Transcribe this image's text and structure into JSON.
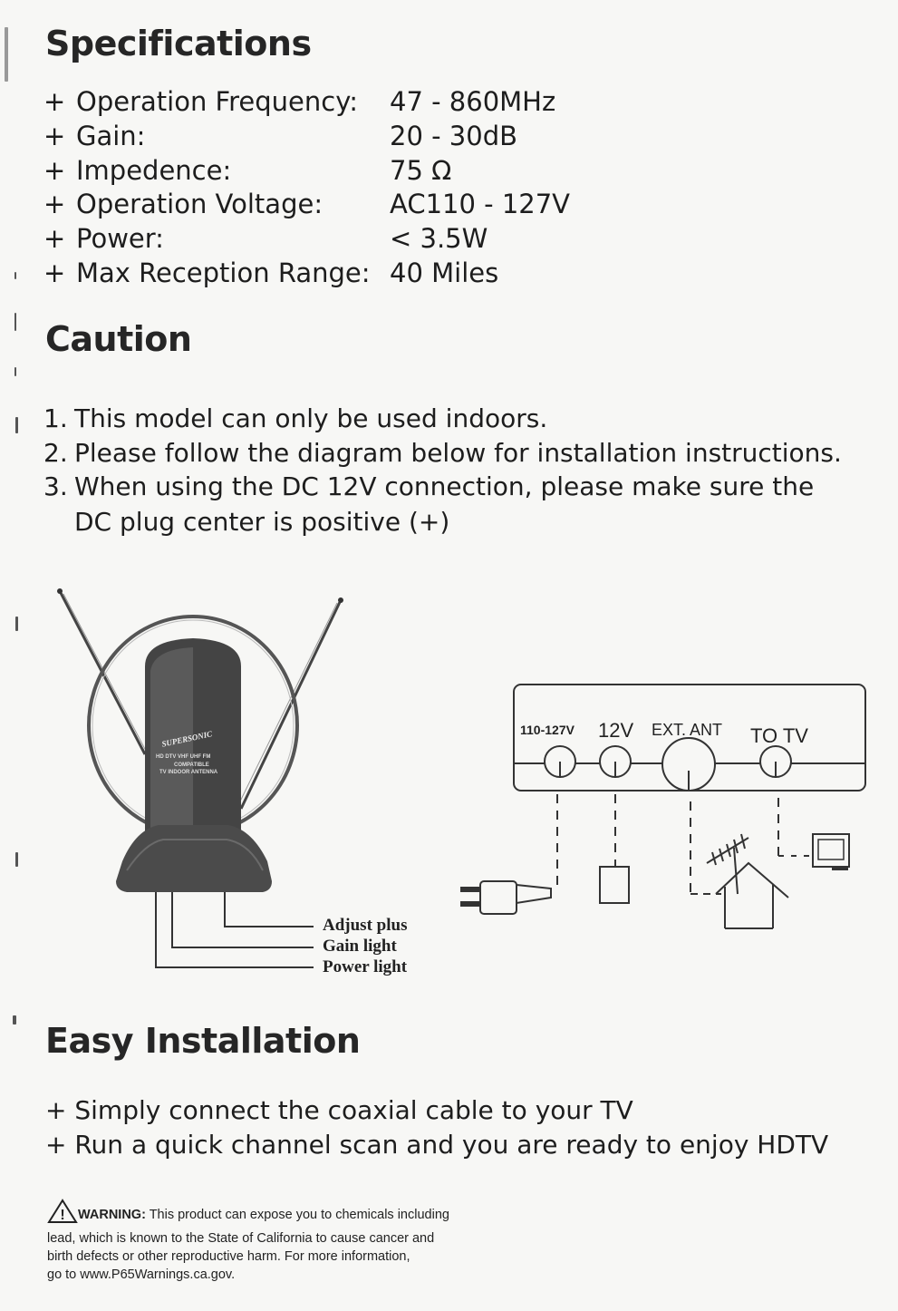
{
  "specifications": {
    "heading": "Specifications",
    "items": [
      {
        "bullet": "+",
        "label": "Operation Frequency:",
        "value": "47 - 860MHz"
      },
      {
        "bullet": "+",
        "label": "Gain:",
        "value": "20 - 30dB"
      },
      {
        "bullet": "+",
        "label": "Impedence:",
        "value": "75 Ω"
      },
      {
        "bullet": "+",
        "label": "Operation Voltage:",
        "value": "AC110 - 127V"
      },
      {
        "bullet": "+",
        "label": "Power:",
        "value": "< 3.5W"
      },
      {
        "bullet": "+",
        "label": "Max Reception Range:",
        "value": "40 Miles"
      }
    ]
  },
  "caution": {
    "heading": "Caution",
    "items": [
      {
        "num": "1.",
        "text": "This model can only be used indoors."
      },
      {
        "num": "2.",
        "text": "Please follow the diagram below for installation instructions."
      },
      {
        "num": "3.",
        "text": "When using the DC 12V connection, please make sure the"
      },
      {
        "num": "",
        "text": "DC plug center is positive (+)"
      }
    ]
  },
  "antenna_diagram": {
    "brand": "SUPERSONIC",
    "badge_line1": "HD DTV VHF UHF FM",
    "badge_line2": "COMPATIBLE",
    "badge_line3": "TV INDOOR ANTENNA",
    "labels": [
      "Adjust plus",
      "Gain light",
      "Power light"
    ]
  },
  "connection_diagram": {
    "ports": [
      "110-127V",
      "12V",
      "EXT. ANT",
      "TO TV"
    ]
  },
  "easy_installation": {
    "heading": "Easy Installation",
    "items": [
      "+ Simply connect the coaxial cable to your TV",
      "+ Run a quick channel scan and you are ready to enjoy HDTV"
    ]
  },
  "warning": {
    "label": "WARNING:",
    "line1": " This product can expose you to chemicals including",
    "line2": "lead, which is known to the State of California to cause cancer and",
    "line3": "birth defects or other reproductive harm. For more information,",
    "line4": "go to www.P65Warnings.ca.gov."
  }
}
